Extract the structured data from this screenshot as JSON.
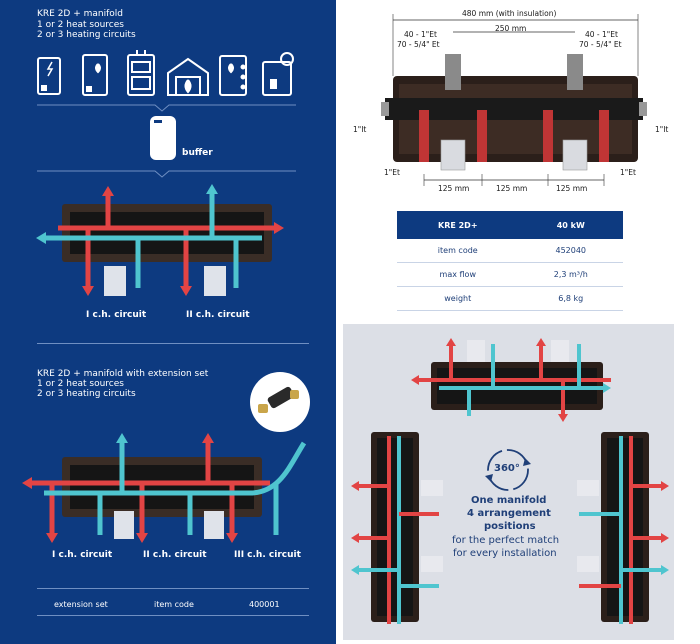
{
  "colors": {
    "panel_blue": "#0d3a80",
    "red": "#e24444",
    "cyan": "#4fc5cf",
    "manifold": "#1b1b1b",
    "gray_panel": "#dcdfe6"
  },
  "section1": {
    "line1": "KRE 2D + manifold",
    "line2": "1 or 2 heat sources",
    "line3": "2 or 3 heating circuits",
    "icons": [
      "electric-boiler-icon",
      "gas-boiler-icon",
      "solid-fuel-boiler-icon",
      "fireplace-icon",
      "pellet-boiler-icon",
      "heat-pump-icon"
    ],
    "buffer_label": "buffer",
    "circuit1": "I c.h. circuit",
    "circuit2": "II c.h. circuit"
  },
  "section2": {
    "line1": "KRE 2D + manifold with extension set",
    "line2": "1 or 2 heat sources",
    "line3": "2 or 3 heating circuits",
    "circuit1": "I c.h. circuit",
    "circuit2": "II c.h. circuit",
    "circuit3": "III c.h. circuit",
    "footer": {
      "col1": "extension set",
      "col2": "item code",
      "col3": "400001"
    }
  },
  "dimensions": {
    "overall": "480 mm (with insulation)",
    "inner": "250 mm",
    "top_left_1": "40 - 1\"Et",
    "top_left_2": "70 - 5/4\" Et",
    "top_right_1": "40 - 1\"Et",
    "top_right_2": "70 - 5/4\" Et",
    "side_left": "1\"It",
    "side_right": "1\"It",
    "bottom_left": "1\"Et",
    "bottom_right": "1\"Et",
    "spacing1": "125 mm",
    "spacing2": "125 mm",
    "spacing3": "125 mm"
  },
  "spec_table": {
    "header": [
      "KRE 2D+",
      "40 kW"
    ],
    "rows": [
      [
        "item code",
        "452040"
      ],
      [
        "max flow",
        "2,3 m³/h"
      ],
      [
        "weight",
        "6,8 kg"
      ]
    ]
  },
  "arrangement": {
    "rotate_label": "360°",
    "line1": "One manifold",
    "line2": "4 arrangement",
    "line3": "positions",
    "line4": "for the perfect match",
    "line5": "for every installation"
  }
}
